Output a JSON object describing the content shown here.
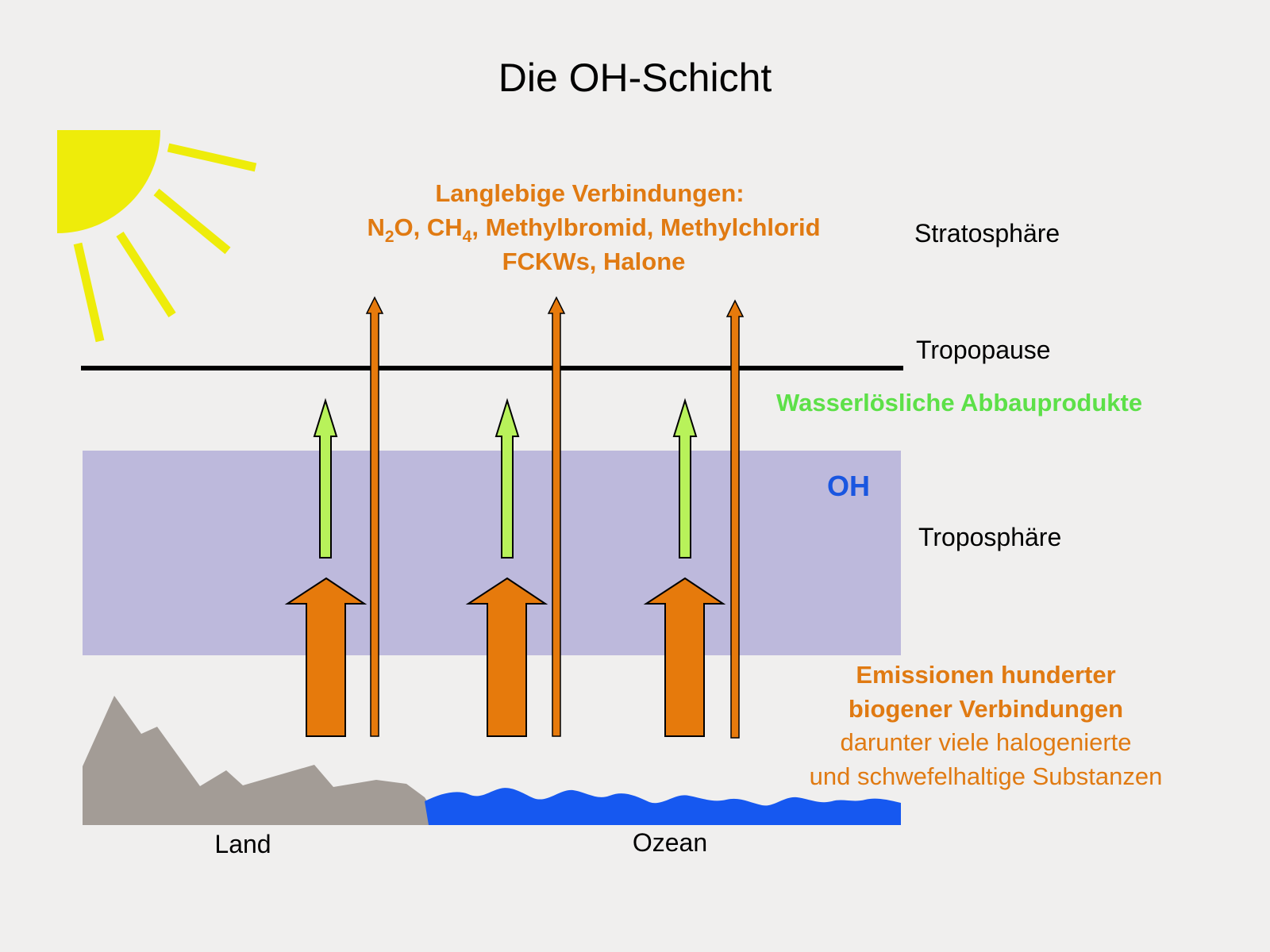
{
  "title": "Die OH-Schicht",
  "layers": {
    "stratosphere": "Stratosphäre",
    "tropopause": "Tropopause",
    "troposphere": "Troposphäre"
  },
  "oh_label": "OH",
  "water_soluble": "Wasserlösliche Abbauprodukte",
  "long_lived": {
    "line1": "Langlebige Verbindungen:",
    "line2": {
      "n": "N",
      "n_sub": "2",
      "o": "O, CH",
      "ch_sub": "4",
      "rest": ", Methylbromid, Methylchlorid"
    },
    "line3": "FCKWs, Halone"
  },
  "emissions": {
    "line1": "Emissionen hunderter",
    "line2": "biogener Verbindungen",
    "line3": "darunter viele halogenierte",
    "line4": "und schwefelhaltige Substanzen"
  },
  "ground": {
    "land": "Land",
    "ocean": "Ozean"
  },
  "colors": {
    "background": "#f0efee",
    "sun": "#eeec0a",
    "oh_layer": "#bdb9dc",
    "orange": "#e67a0c",
    "green_arrow": "#b8f25a",
    "green_text": "#5de048",
    "oh_text": "#1a56e0",
    "land": "#a39c96",
    "ocean": "#1658f0"
  },
  "icons": [
    "sun-icon",
    "mountain-land-icon",
    "ocean-wave-icon",
    "arrow-up-icon"
  ]
}
